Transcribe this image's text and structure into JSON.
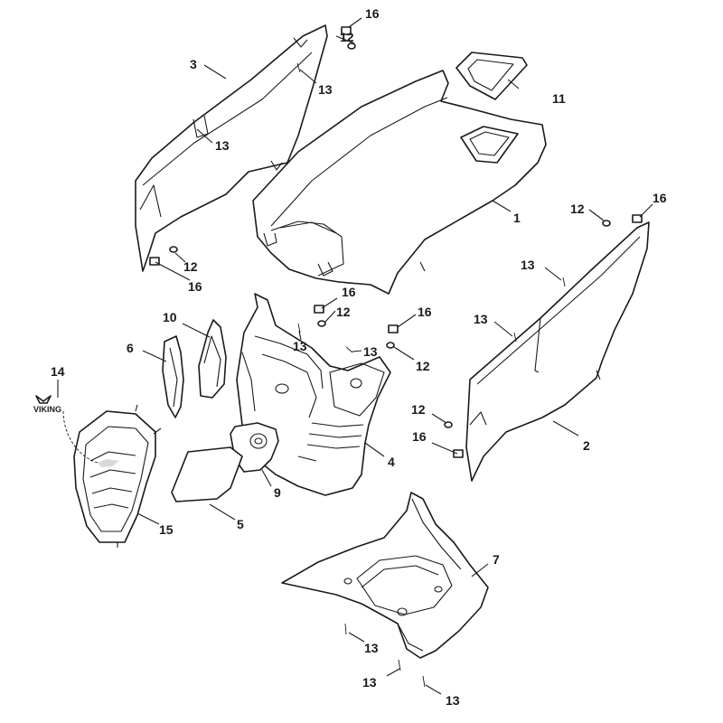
{
  "logo": {
    "text": "VIKING"
  },
  "callouts": {
    "c1": "1",
    "c2": "2",
    "c3": "3",
    "c4": "4",
    "c5": "5",
    "c6": "6",
    "c7": "7",
    "c9": "9",
    "c10": "10",
    "c11": "11",
    "c12": "12",
    "c13": "13",
    "c14": "14",
    "c15": "15",
    "c16": "16"
  },
  "colors": {
    "line": "#1a1a1a",
    "background": "#ffffff"
  }
}
